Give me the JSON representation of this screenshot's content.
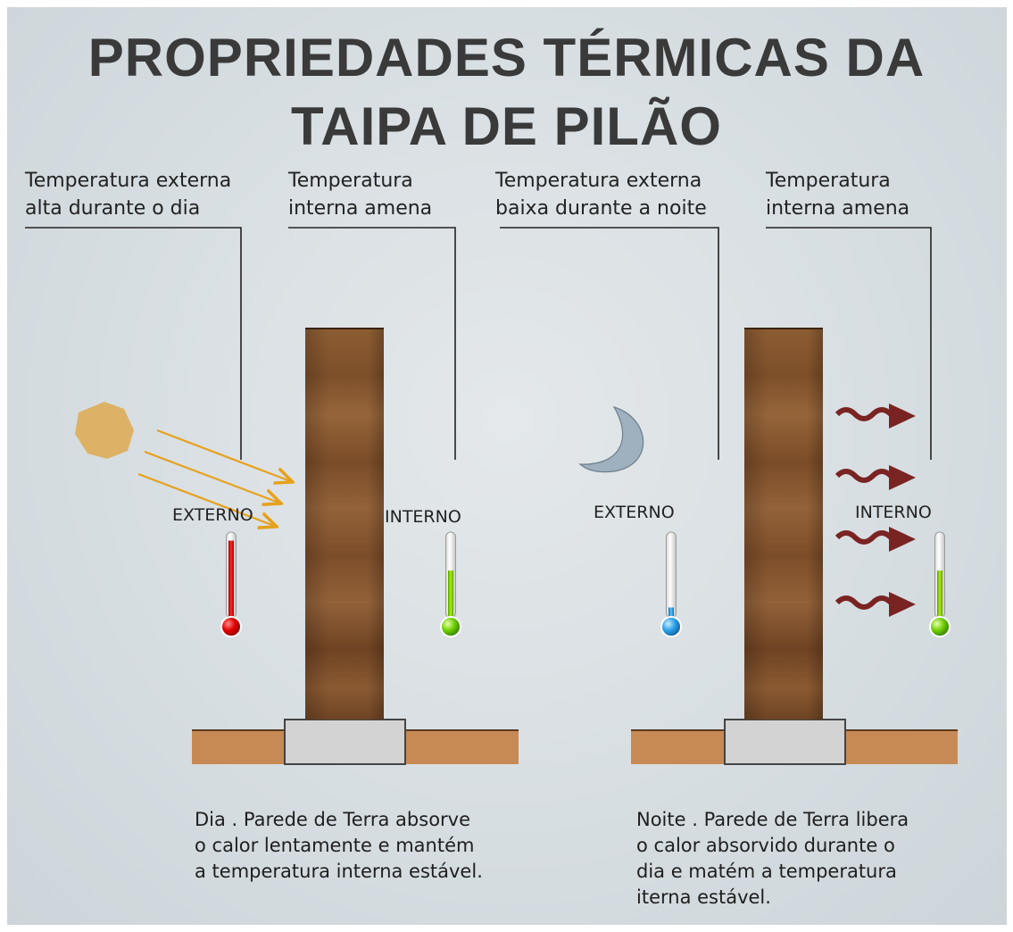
{
  "title": {
    "line1": "PROPRIEDADES TÉRMICAS DA",
    "line2": "TAIPA DE PILÃO"
  },
  "day": {
    "external_callout": [
      "Temperatura externa",
      "alta durante o dia"
    ],
    "internal_callout": [
      "Temperatura",
      "interna amena"
    ],
    "external_label": "EXTERNO",
    "internal_label": "INTERNO",
    "caption": [
      "Dia . Parede de Terra absorve",
      "o calor lentamente e mantém",
      "a temperatura interna estável."
    ],
    "external_level": 0.9,
    "internal_level": 0.55
  },
  "night": {
    "external_callout": [
      "Temperatura externa",
      "baixa durante a noite"
    ],
    "internal_callout": [
      "Temperatura",
      "interna amena"
    ],
    "external_label": "EXTERNO",
    "internal_label": "INTERNO",
    "caption": [
      "Noite . Parede de Terra libera",
      "o calor absorvido durante o",
      "dia e matém a temperatura",
      "iterna estável."
    ],
    "external_level": 0.12,
    "internal_level": 0.55
  },
  "colors": {
    "title": "#3a3a3a",
    "wall": "#8a5a32",
    "wall_dark": "#6e4424",
    "ground": "#c78a55",
    "footing": "#d3d3d3",
    "sun": "#ddb266",
    "sun_rays": "#e6a11c",
    "moon": "#9fb0be",
    "heat_arrows": "#7a2323",
    "therm_hot": "#e00000",
    "therm_mild": "#7fd400",
    "therm_cold": "#2aa0e8"
  }
}
